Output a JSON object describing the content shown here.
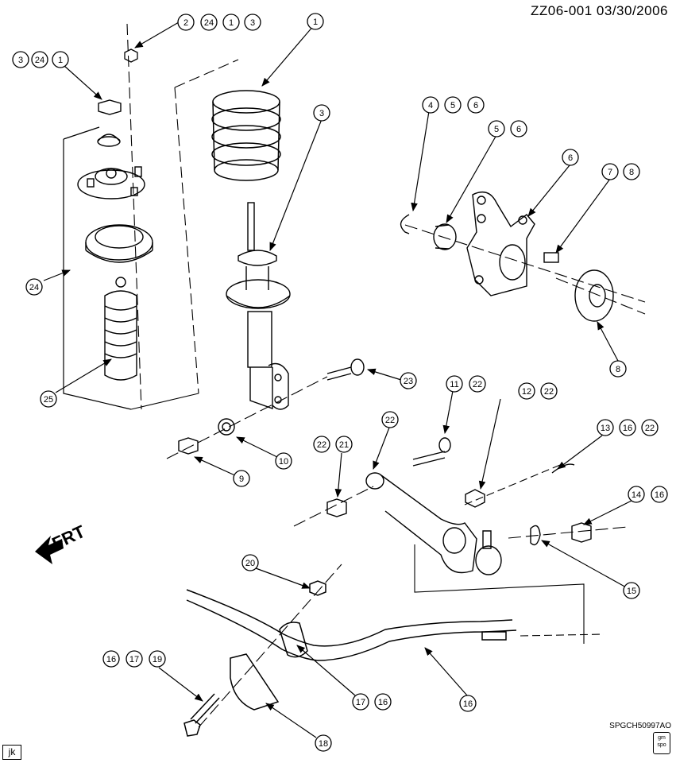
{
  "header": {
    "code": "ZZ06-001  03/30/2006"
  },
  "footer": {
    "code": "SPGCH50997AO",
    "initials": "jk",
    "badge_line1": "gm",
    "badge_line2": "spo"
  },
  "direction": {
    "label": "FRT"
  },
  "callouts": [
    {
      "id": "c2a",
      "label": "2"
    },
    {
      "id": "c24a",
      "label": "24"
    },
    {
      "id": "c1a",
      "label": "1"
    },
    {
      "id": "c3a",
      "label": "3"
    },
    {
      "id": "c3b",
      "label": "3"
    },
    {
      "id": "c24b",
      "label": "24"
    },
    {
      "id": "c1b",
      "label": "1"
    },
    {
      "id": "c1c",
      "label": "1"
    },
    {
      "id": "c3c",
      "label": "3"
    },
    {
      "id": "c4",
      "label": "4"
    },
    {
      "id": "c5a",
      "label": "5"
    },
    {
      "id": "c6a",
      "label": "6"
    },
    {
      "id": "c5b",
      "label": "5"
    },
    {
      "id": "c6b",
      "label": "6"
    },
    {
      "id": "c6c",
      "label": "6"
    },
    {
      "id": "c7",
      "label": "7"
    },
    {
      "id": "c8a",
      "label": "8"
    },
    {
      "id": "c8b",
      "label": "8"
    },
    {
      "id": "c24c",
      "label": "24"
    },
    {
      "id": "c25",
      "label": "25"
    },
    {
      "id": "c23",
      "label": "23"
    },
    {
      "id": "c11",
      "label": "11"
    },
    {
      "id": "c22a",
      "label": "22"
    },
    {
      "id": "c12",
      "label": "12"
    },
    {
      "id": "c22b",
      "label": "22"
    },
    {
      "id": "c22c",
      "label": "22"
    },
    {
      "id": "c13",
      "label": "13"
    },
    {
      "id": "c16a",
      "label": "16"
    },
    {
      "id": "c22d",
      "label": "22"
    },
    {
      "id": "c10",
      "label": "10"
    },
    {
      "id": "c9",
      "label": "9"
    },
    {
      "id": "c22e",
      "label": "22"
    },
    {
      "id": "c21",
      "label": "21"
    },
    {
      "id": "c14",
      "label": "14"
    },
    {
      "id": "c16b",
      "label": "16"
    },
    {
      "id": "c15",
      "label": "15"
    },
    {
      "id": "c20",
      "label": "20"
    },
    {
      "id": "c16c",
      "label": "16"
    },
    {
      "id": "c17a",
      "label": "17"
    },
    {
      "id": "c19",
      "label": "19"
    },
    {
      "id": "c17b",
      "label": "17"
    },
    {
      "id": "c16d",
      "label": "16"
    },
    {
      "id": "c16e",
      "label": "16"
    },
    {
      "id": "c18",
      "label": "18"
    }
  ]
}
